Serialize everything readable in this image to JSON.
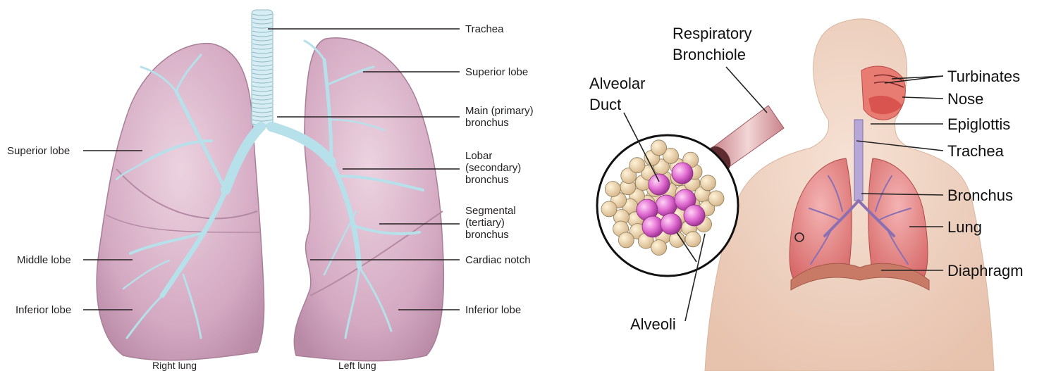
{
  "left_diagram": {
    "labels": {
      "trachea": "Trachea",
      "superior_lobe_left": "Superior lobe",
      "main_bronchus_1": "Main (primary)",
      "main_bronchus_2": "bronchus",
      "lobar_1": "Lobar",
      "lobar_2": "(secondary)",
      "lobar_3": "bronchus",
      "segmental_1": "Segmental",
      "segmental_2": "(tertiary)",
      "segmental_3": "bronchus",
      "cardiac_notch": "Cardiac notch",
      "inferior_lobe_left": "Inferior lobe",
      "superior_lobe_right": "Superior lobe",
      "middle_lobe_right": "Middle lobe",
      "inferior_lobe_right": "Inferior lobe",
      "right_lung": "Right lung",
      "left_lung": "Left lung"
    },
    "colors": {
      "lung": "#d9b3c9",
      "lung_dark": "#b98aa6",
      "airway": "#b6e0ea"
    }
  },
  "right_diagram": {
    "labels": {
      "respiratory_1": "Respiratory",
      "respiratory_2": "Bronchiole",
      "alveolar_1": "Alveolar",
      "alveolar_2": "Duct",
      "alveoli": "Alveoli",
      "turbinates": "Turbinates",
      "nose": "Nose",
      "epiglottis": "Epiglottis",
      "trachea": "Trachea",
      "bronchus": "Bronchus",
      "lung": "Lung",
      "diaphragm": "Diaphragm"
    },
    "colors": {
      "skin": "#f1d4c2",
      "lung": "#e58a8a",
      "alveolus": "#e070d0"
    }
  }
}
